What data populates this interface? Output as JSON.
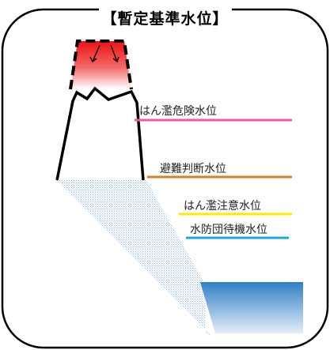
{
  "title": "【暫定基準水位】",
  "levels": [
    {
      "label": "はん濫危険水位",
      "color": "#ef5b9c"
    },
    {
      "label": "避難判断水位",
      "color": "#e07b24"
    },
    {
      "label": "はん濫注意水位",
      "color": "#ffea00"
    },
    {
      "label": "水防団待機水位",
      "color": "#1aa7e8"
    }
  ],
  "colors": {
    "danger_fill": "#ee1111",
    "water": "#3d86c9",
    "frame": "#000000"
  }
}
